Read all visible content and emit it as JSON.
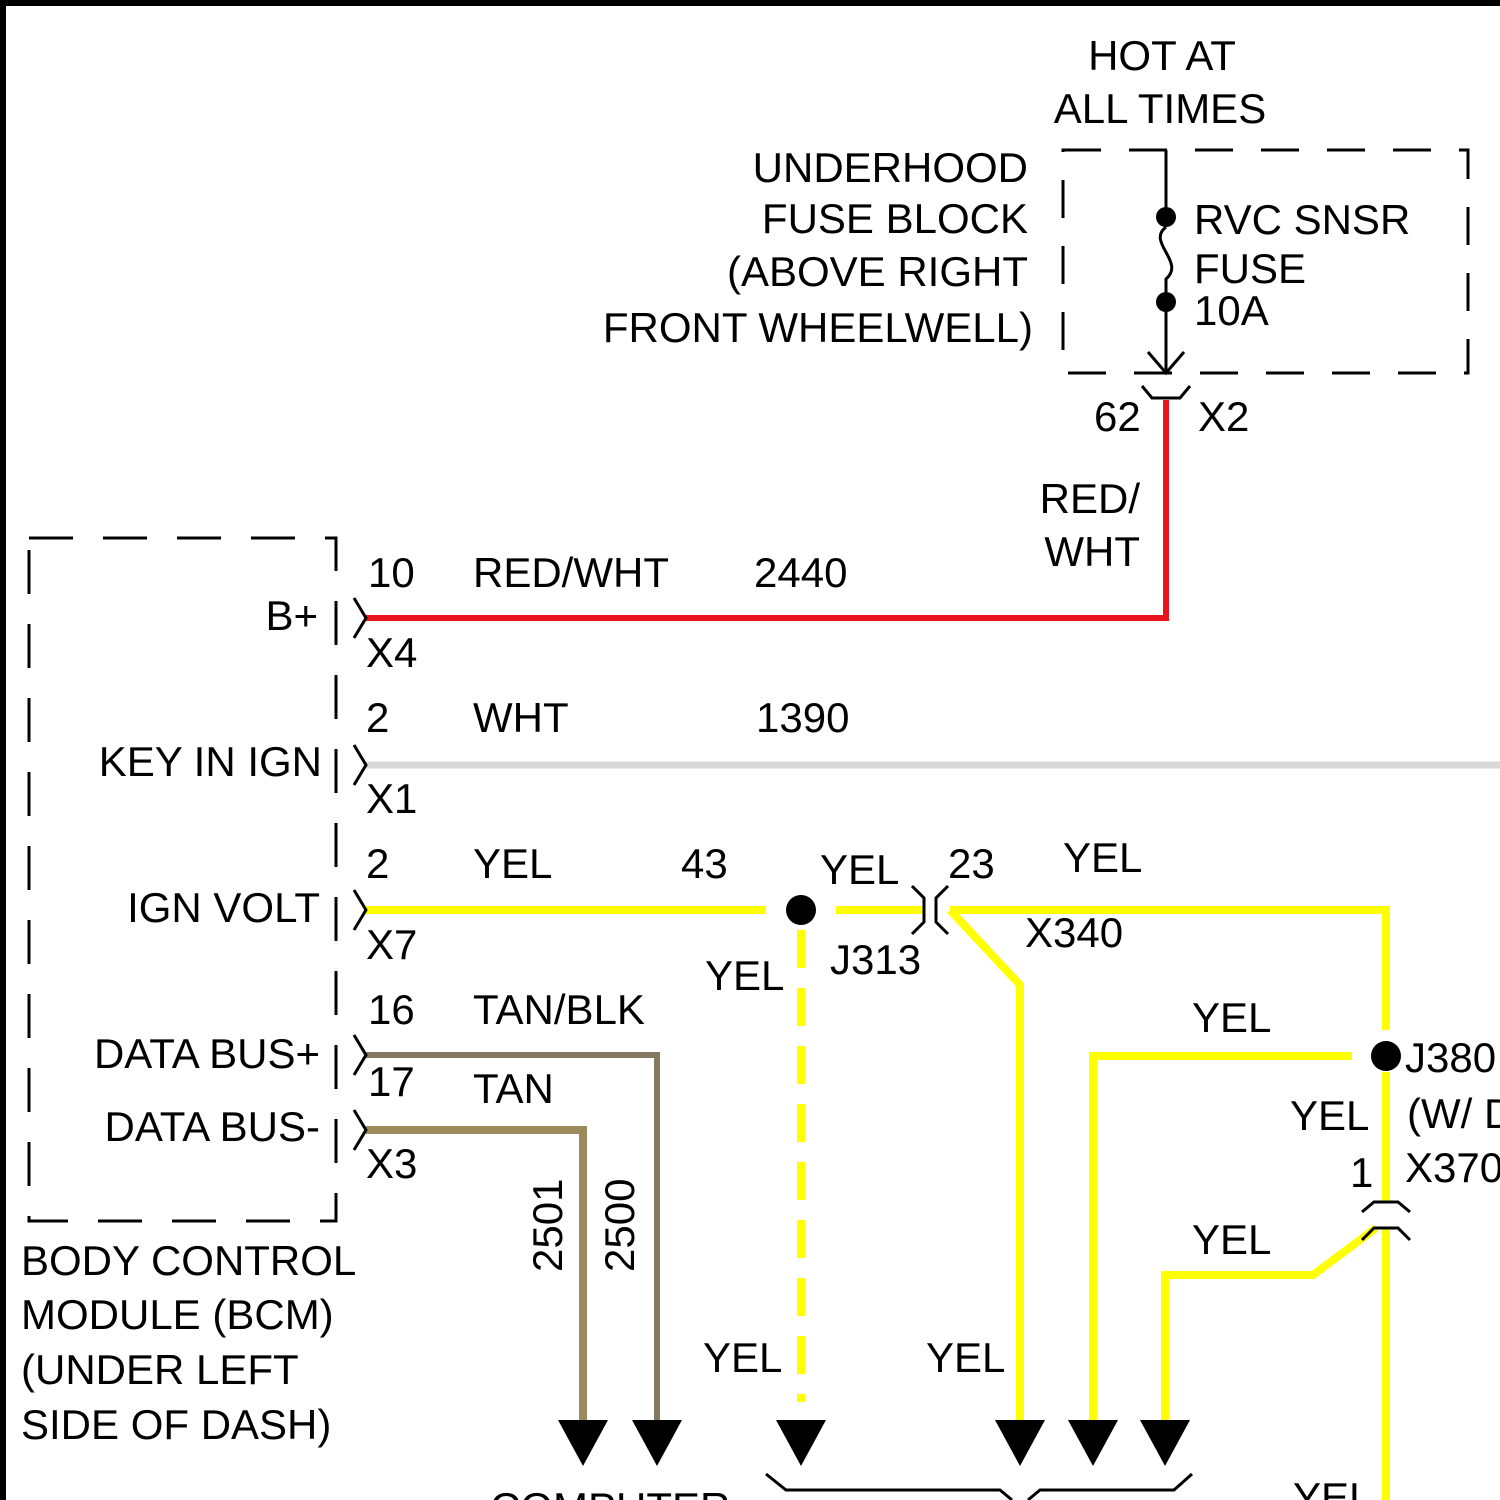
{
  "supply": {
    "hot_at_line1": "HOT AT",
    "hot_at_line2": "ALL TIMES",
    "fuse_block_lines": [
      "UNDERHOOD",
      "FUSE BLOCK",
      "(ABOVE RIGHT",
      "FRONT WHEELWELL)"
    ],
    "fuse_lines": [
      "RVC SNSR",
      "FUSE",
      "10A"
    ],
    "fuse_pin": "62",
    "fuse_connector": "X2",
    "riser_color_lines": [
      "RED/",
      "WHT"
    ]
  },
  "bcm": {
    "name_lines": [
      "BODY CONTROL",
      "MODULE (BCM)",
      "(UNDER LEFT",
      "SIDE OF DASH)"
    ],
    "pins": [
      {
        "label": "B+",
        "pin": "10",
        "connector": "X4",
        "wire_color": "RED/WHT",
        "circuit": "2440"
      },
      {
        "label": "KEY IN IGN",
        "pin": "2",
        "connector": "X1",
        "wire_color": "WHT",
        "circuit": "1390"
      },
      {
        "label": "IGN VOLT",
        "pin": "2",
        "connector": "X7",
        "wire_color": "YEL",
        "circuit": "43"
      },
      {
        "label": "DATA BUS+",
        "pin": "16",
        "wire_color": "TAN/BLK"
      },
      {
        "label": "DATA BUS-",
        "pin": "17",
        "connector": "X3",
        "wire_color": "TAN"
      }
    ]
  },
  "circuits_vertical": [
    "2501",
    "2500"
  ],
  "splices": {
    "j313": "J313",
    "j380": "J380",
    "j380_note": "(W/ D",
    "x340": "X340",
    "x340_pin": "23",
    "x370": "X370",
    "x370_pin": "1"
  },
  "yel_labels": [
    "YEL",
    "YEL",
    "YEL",
    "YEL",
    "YEL",
    "YEL",
    "YEL",
    "YEL",
    "YEL",
    "YEL"
  ],
  "bottom": {
    "computer": "COMPUTER",
    "yel": "YEL"
  },
  "colors": {
    "red_wht": "#e8141b",
    "wht": "#d9d9d9",
    "yel": "#ffff00",
    "tan": "#9c8a5c",
    "tan_blk": "#857a61"
  }
}
